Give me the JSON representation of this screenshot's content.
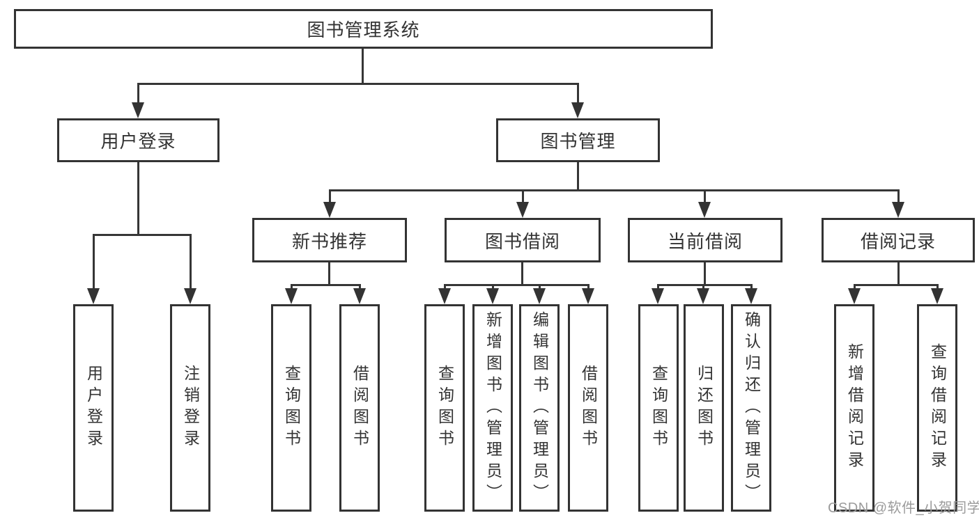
{
  "tree": {
    "root": {
      "label": "图书管理系统"
    },
    "branches": [
      {
        "label": "用户登录",
        "leaves": [
          "用户登录",
          "注销登录"
        ]
      },
      {
        "label": "图书管理",
        "groups": [
          {
            "label": "新书推荐",
            "leaves": [
              "查询图书",
              "借阅图书"
            ]
          },
          {
            "label": "图书借阅",
            "leaves": [
              "查询图书",
              "新增图书（管理员）",
              "编辑图书（管理员）",
              "借阅图书"
            ]
          },
          {
            "label": "当前借阅",
            "leaves": [
              "查询图书",
              "归还图书",
              "确认归还（管理员）"
            ]
          },
          {
            "label": "借阅记录",
            "leaves": [
              "新增借阅记录",
              "查询借阅记录"
            ]
          }
        ]
      }
    ]
  },
  "watermark": {
    "label": "CSDN @软件_小贺同学"
  },
  "colors": {
    "line": "#363636",
    "border": "#333333",
    "text": "#333333",
    "watermark": "#9b9b9b",
    "background": "#ffffff"
  }
}
